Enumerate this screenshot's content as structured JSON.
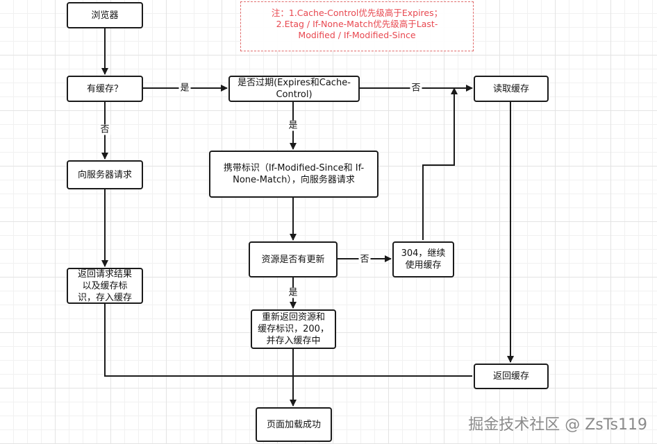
{
  "note": {
    "line1": "注：1.Cache-Control优先级高于Expires；",
    "line2": "2.Etag / If-None-Match优先级高于Last-",
    "line3": "Modified / If-Modified-Since"
  },
  "nodes": {
    "browser": "浏览器",
    "has_cache": "有缓存？",
    "expired": "是否过期(Expires和Cache-Control)",
    "read_cache": "读取缓存",
    "request_server": "向服务器请求",
    "conditional_request": "携带标识（If-Modified-Since和 If-None-Match），向服务器请求",
    "resource_updated": "资源是否有更新",
    "not_modified": "304，继续使用缓存",
    "return_result": "返回请求结果以及缓存标识，存入缓存",
    "return_new": "重新返回资源和缓存标识，200，并存入缓存中",
    "return_cache": "返回缓存",
    "page_loaded": "页面加载成功"
  },
  "edge_labels": {
    "yes": "是",
    "no": "否"
  },
  "watermark": "掘金技术社区 @ ZsTs119"
}
